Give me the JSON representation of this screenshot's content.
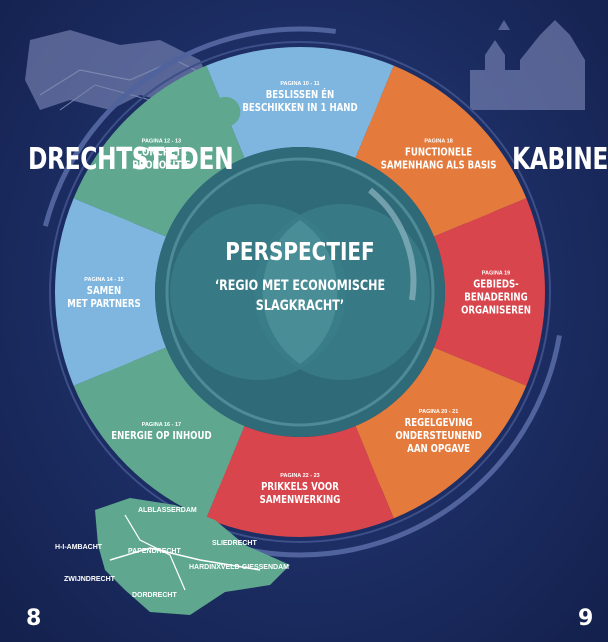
{
  "headings": {
    "left": "DRECHTSTEDEN",
    "right": "KABINET"
  },
  "page_numbers": {
    "left": "8",
    "right": "9"
  },
  "center": {
    "title": "PERSPECTIEF",
    "subtitle_line1": "‘REGIO MET ECONOMISCHE",
    "subtitle_line2": "SLAGKRACHT’"
  },
  "segments": [
    {
      "ref": "PAGINA 10 - 11",
      "lines": [
        "BESLISSEN ÉN",
        "BESCHIKKEN IN 1 HAND"
      ],
      "color": "#7fb6df"
    },
    {
      "ref": "PAGINA 18",
      "lines": [
        "FUNCTIONELE",
        "SAMENHANG ALS BASIS"
      ],
      "color": "#e47a3c"
    },
    {
      "ref": "PAGINA 19",
      "lines": [
        "GEBIEDS-",
        "BENADERING",
        "ORGANISEREN"
      ],
      "color": "#d8454c"
    },
    {
      "ref": "PAGINA 20 - 21",
      "lines": [
        "REGELGEVING",
        "ONDERSTEUNEND",
        "AAN OPGAVE"
      ],
      "color": "#e47a3c"
    },
    {
      "ref": "PAGINA 22 - 23",
      "lines": [
        "PRIKKELS VOOR",
        "SAMENWERKING"
      ],
      "color": "#d8454c"
    },
    {
      "ref": "PAGINA 16 - 17",
      "lines": [
        "ENERGIE OP INHOUD"
      ],
      "color": "#5fa88f"
    },
    {
      "ref": "PAGINA 14 - 15",
      "lines": [
        "SAMEN",
        "MET PARTNERS"
      ],
      "color": "#7fb6df"
    },
    {
      "ref": "PAGINA 12 - 13",
      "lines": [
        "CONCRETE",
        "PROPOSITIE"
      ],
      "color": "#5fa88f"
    }
  ],
  "map_labels": [
    "ALBLASSERDAM",
    "H-I-AMBACHT",
    "SLIEDRECHT",
    "PAPENDRECHT",
    "HARDINXVELD-GIESSENDAM",
    "ZWIJNDRECHT",
    "DORDRECHT"
  ],
  "colors": {
    "background": "#1c2d63",
    "light_blue": "#7fb6df",
    "green": "#5fa88f",
    "orange": "#e47a3c",
    "red": "#d8454c",
    "center_teal": "#2f6a78"
  }
}
